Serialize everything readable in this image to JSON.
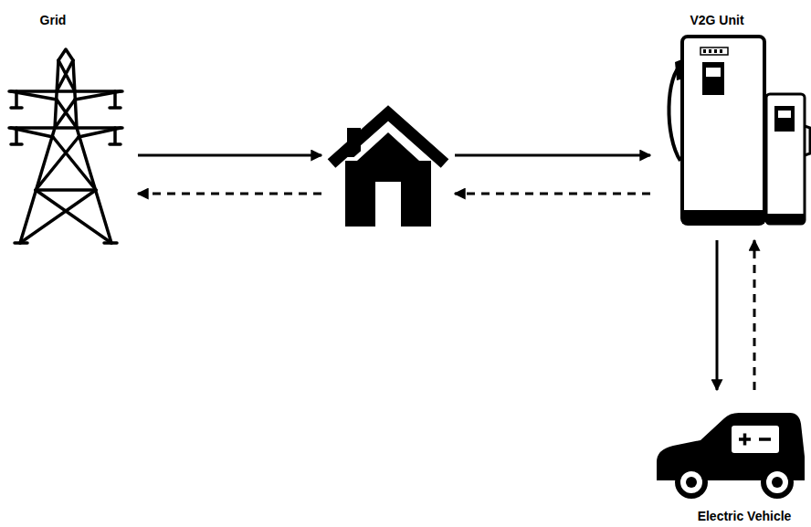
{
  "diagram": {
    "nodes": [
      {
        "text": [
          "Grid"
        ]
      },
      {
        "text": []
      },
      {
        "text": [
          "V2G Unit"
        ]
      },
      {
        "text": [
          "Electric Vehicle"
        ]
      }
    ],
    "edges": [
      {
        "from": 0,
        "to": 1,
        "arrow": "to"
      },
      {
        "from": 1,
        "to": 0,
        "arrow": "to"
      },
      {
        "from": 1,
        "to": 2,
        "arrow": "to"
      },
      {
        "from": 2,
        "to": 1,
        "arrow": "to"
      },
      {
        "from": 2,
        "to": 3,
        "arrow": "to"
      },
      {
        "from": 3,
        "to": 2,
        "arrow": "to"
      }
    ]
  }
}
